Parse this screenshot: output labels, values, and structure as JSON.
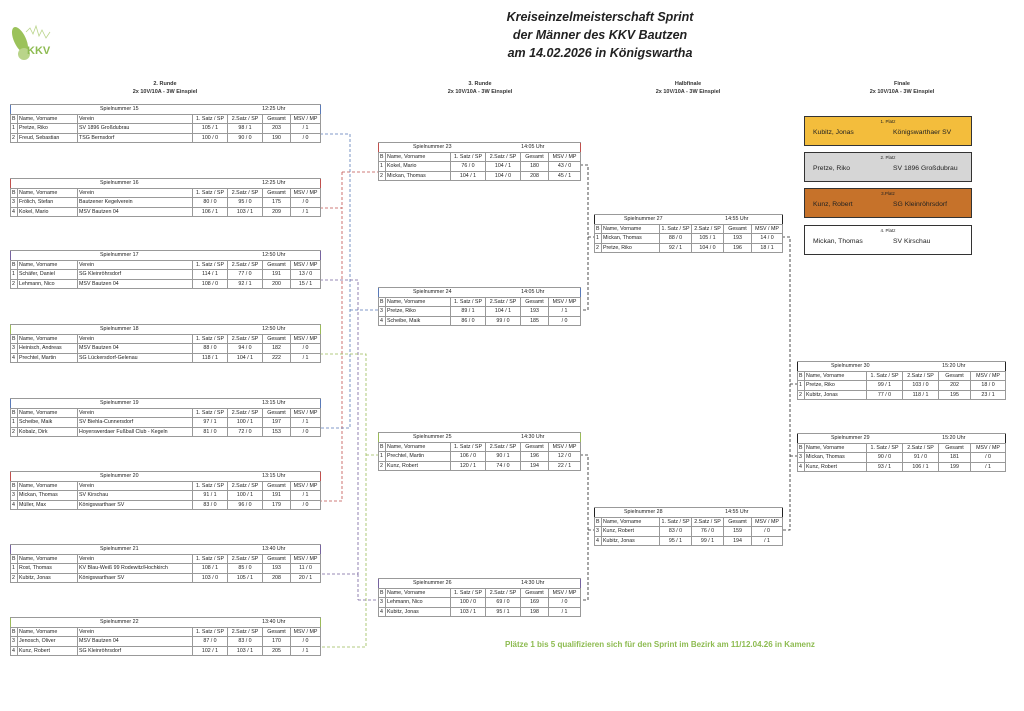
{
  "header": {
    "title_lines": [
      "Kreiseinzelmeisterschaft Sprint",
      "der Männer des KKV Bautzen",
      "am 14.02.2026 in Königswartha"
    ],
    "logo_text": "KKV"
  },
  "rounds": [
    {
      "name": "2. Runde",
      "mode": "2x 10V/10A - 3W Einspiel"
    },
    {
      "name": "3. Runde",
      "mode": "2x 10V/10A - 3W Einspiel"
    },
    {
      "name": "Halbfinale",
      "mode": "2x 10V/10A - 3W Einspiel"
    },
    {
      "name": "Finale",
      "mode": "2x 10V/10A - 3W Einspiel"
    }
  ],
  "columns_full": [
    "B",
    "Name, Vorname",
    "Verein",
    "1. Satz / SP",
    "2.Satz / SP",
    "Gesamt",
    "MSV / MP"
  ],
  "columns_short": [
    "B",
    "Name, Vorname",
    "1. Satz / SP",
    "2.Satz / SP",
    "Gesamt",
    "MSV / MP"
  ],
  "colors": {
    "blue": "#5a7ab8",
    "red": "#c0504d",
    "purple": "#76639f",
    "green": "#9bbb59",
    "black": "#222222",
    "gold": "#f3bd3c",
    "silver": "#d6d6d6",
    "bronze": "#c6722a",
    "note": "#8dbb50"
  },
  "matches": [
    {
      "label": "Spielnummer 15",
      "time": "12:25 Uhr",
      "color": "blue",
      "rows": [
        [
          "1",
          "Pretze, Riko",
          "SV 1896 Großdubrau",
          "105 / 1",
          "98 / 1",
          "203",
          "/ 1"
        ],
        [
          "2",
          "Freud, Sebastian",
          "TSG Bernsdorf",
          "100 / 0",
          "90 / 0",
          "190",
          "/ 0"
        ]
      ]
    },
    {
      "label": "Spielnummer 16",
      "time": "12:25 Uhr",
      "color": "red",
      "rows": [
        [
          "3",
          "Frölich, Stefan",
          "Bautzener Kegelverein",
          "80 / 0",
          "95 / 0",
          "175",
          "/ 0"
        ],
        [
          "4",
          "Kokel, Mario",
          "MSV Bautzen 04",
          "106 / 1",
          "103 / 1",
          "209",
          "/ 1"
        ]
      ]
    },
    {
      "label": "Spielnummer 17",
      "time": "12:50 Uhr",
      "color": "purple",
      "rows": [
        [
          "1",
          "Schäfer, Daniel",
          "SG Kleinröhrsdorf",
          "114 / 1",
          "77 / 0",
          "191",
          "13 / 0"
        ],
        [
          "2",
          "Lehmann, Nico",
          "MSV Bautzen 04",
          "108 / 0",
          "92 / 1",
          "200",
          "15 / 1"
        ]
      ]
    },
    {
      "label": "Spielnummer 18",
      "time": "12:50 Uhr",
      "color": "green",
      "rows": [
        [
          "3",
          "Heinisch, Andreas",
          "MSV Bautzen 04",
          "88 / 0",
          "94 / 0",
          "182",
          "/ 0"
        ],
        [
          "4",
          "Prechtel, Martin",
          "SG Lückersdorf-Gelenau",
          "118 / 1",
          "104 / 1",
          "222",
          "/ 1"
        ]
      ]
    },
    {
      "label": "Spielnummer 19",
      "time": "13:15 Uhr",
      "color": "blue",
      "rows": [
        [
          "1",
          "Scheibe, Maik",
          "SV Biehla-Cunnersdorf",
          "97 / 1",
          "100 / 1",
          "197",
          "/ 1"
        ],
        [
          "2",
          "Kobalz, Dirk",
          "Hoyerswerdaer Fußball Club - Kegeln",
          "81 / 0",
          "72 / 0",
          "153",
          "/ 0"
        ]
      ]
    },
    {
      "label": "Spielnummer 20",
      "time": "13:15 Uhr",
      "color": "red",
      "rows": [
        [
          "3",
          "Mickan, Thomas",
          "SV Kirschau",
          "91 / 1",
          "100 / 1",
          "191",
          "/ 1"
        ],
        [
          "4",
          "Müller, Max",
          "Königswarthaer SV",
          "83 / 0",
          "96 / 0",
          "179",
          "/ 0"
        ]
      ]
    },
    {
      "label": "Spielnummer 21",
      "time": "13:40 Uhr",
      "color": "purple",
      "rows": [
        [
          "1",
          "Rost, Thomas",
          "KV Blau-Weiß 99 Rodewitz/Hochkirch",
          "108 / 1",
          "85 / 0",
          "193",
          "11 / 0"
        ],
        [
          "2",
          "Kubitz, Jonas",
          "Königswarthaer SV",
          "103 / 0",
          "105 / 1",
          "208",
          "20 / 1"
        ]
      ]
    },
    {
      "label": "Spielnummer 22",
      "time": "13:40 Uhr",
      "color": "green",
      "rows": [
        [
          "3",
          "Jenosch, Oliver",
          "MSV Bautzen 04",
          "87 / 0",
          "83 / 0",
          "170",
          "/ 0"
        ],
        [
          "4",
          "Kunz, Robert",
          "SG Kleinröhrsdorf",
          "102 / 1",
          "103 / 1",
          "205",
          "/ 1"
        ]
      ]
    },
    {
      "label": "Spielnummer 23",
      "time": "14:05 Uhr",
      "color": "red",
      "rows": [
        [
          "1",
          "Kokel, Mario",
          "76 / 0",
          "104 / 1",
          "180",
          "43 / 0"
        ],
        [
          "2",
          "Mickan, Thomas",
          "104 / 1",
          "104 / 0",
          "208",
          "45 / 1"
        ]
      ]
    },
    {
      "label": "Spielnummer 24",
      "time": "14:05 Uhr",
      "color": "blue",
      "rows": [
        [
          "3",
          "Pretze, Riko",
          "89 / 1",
          "104 / 1",
          "193",
          "/ 1"
        ],
        [
          "4",
          "Scheibe, Maik",
          "86 / 0",
          "99 / 0",
          "185",
          "/ 0"
        ]
      ]
    },
    {
      "label": "Spielnummer 25",
      "time": "14:30 Uhr",
      "color": "green",
      "rows": [
        [
          "1",
          "Prechtel, Martin",
          "106 / 0",
          "90 / 1",
          "196",
          "12 / 0"
        ],
        [
          "2",
          "Kunz, Robert",
          "120 / 1",
          "74 / 0",
          "194",
          "22 / 1"
        ]
      ]
    },
    {
      "label": "Spielnummer 26",
      "time": "14:30 Uhr",
      "color": "purple",
      "rows": [
        [
          "3",
          "Lehmann, Nico",
          "100 / 0",
          "69 / 0",
          "169",
          "/ 0"
        ],
        [
          "4",
          "Kubitz, Jonas",
          "103 / 1",
          "95 / 1",
          "198",
          "/ 1"
        ]
      ]
    },
    {
      "label": "Spielnummer 27",
      "time": "14:55 Uhr",
      "color": "black",
      "rows": [
        [
          "1",
          "Mickan, Thomas",
          "88 / 0",
          "105 / 1",
          "193",
          "14 / 0"
        ],
        [
          "2",
          "Pretze, Riko",
          "92 / 1",
          "104 / 0",
          "196",
          "18 / 1"
        ]
      ]
    },
    {
      "label": "Spielnummer 28",
      "time": "14:55 Uhr",
      "color": "black",
      "rows": [
        [
          "3",
          "Kunz, Robert",
          "83 / 0",
          "76 / 0",
          "159",
          "/ 0"
        ],
        [
          "4",
          "Kubitz, Jonas",
          "95 / 1",
          "99 / 1",
          "194",
          "/ 1"
        ]
      ]
    },
    {
      "label": "Spielnummer 30",
      "time": "15:20 Uhr",
      "color": "black",
      "rows": [
        [
          "1",
          "Pretze, Riko",
          "99 / 1",
          "103 / 0",
          "202",
          "18 / 0"
        ],
        [
          "2",
          "Kubitz, Jonas",
          "77 / 0",
          "118 / 1",
          "195",
          "23 / 1"
        ]
      ]
    },
    {
      "label": "Spielnummer 29",
      "time": "15:20 Uhr",
      "color": "black",
      "rows": [
        [
          "3",
          "Mickan, Thomas",
          "90 / 0",
          "91 / 0",
          "181",
          "/ 0"
        ],
        [
          "4",
          "Kunz, Robert",
          "93 / 1",
          "106 / 1",
          "199",
          "/ 1"
        ]
      ]
    }
  ],
  "placements": [
    {
      "label": "1. Platz",
      "name": "Kubitz, Jonas",
      "club": "Königswarthaer SV",
      "color": "gold"
    },
    {
      "label": "2. Platz",
      "name": "Pretze, Riko",
      "club": "SV 1896 Großdubrau",
      "color": "silver"
    },
    {
      "label": "3.Platz",
      "name": "Kunz, Robert",
      "club": "SG Kleinröhrsdorf",
      "color": "bronze"
    },
    {
      "label": "4. Platz",
      "name": "Mickan, Thomas",
      "club": "SV Kirschau",
      "color": "white"
    }
  ],
  "note": "Plätze 1 bis 5 qualifizieren sich für den Sprint im Bezirk am 11/12.04.26 in Kamenz"
}
